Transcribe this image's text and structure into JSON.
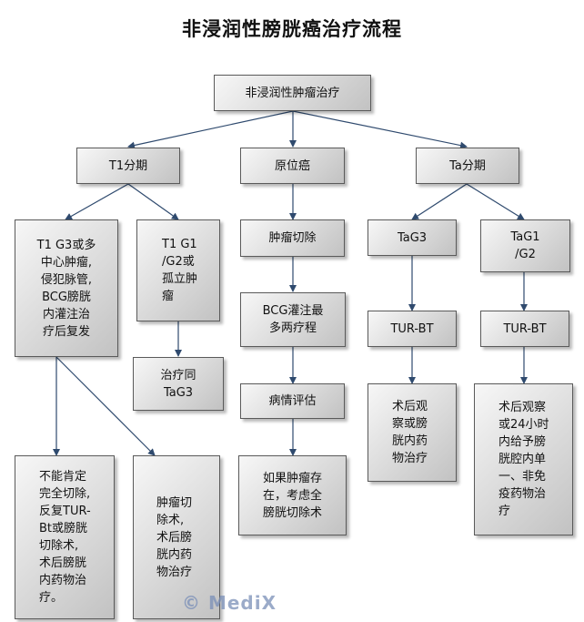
{
  "title": "非浸润性膀胱癌治疗流程",
  "nodes": {
    "root": "非浸润性肿瘤治疗",
    "t1": "T1分期",
    "cis": "原位癌",
    "ta": "Ta分期",
    "t1_g3": "T1 G3或多\n中心肿瘤,\n侵犯脉管,\nBCG膀胱\n内灌注治\n疗后复发",
    "t1_g1": "T1 G1\n/G2或\n孤立肿\n瘤",
    "treat_as_tag3": "治疗同\nTaG3",
    "not_complete": "不能肯定\n完全切除,\n反复TUR-\nBt或膀胱\n切除术,\n术后膀胱\n内药物治\n疗。",
    "resection": "肿瘤切\n除术,\n术后膀\n胱内药\n物治疗",
    "cis_resect": "肿瘤切除",
    "bcg": "BCG灌注最\n多两疗程",
    "evaluate": "病情评估",
    "if_present": "如果肿瘤存\n在，考虑全\n膀胱切除术",
    "tag3": "TaG3",
    "tag3_turbt": "TUR-BT",
    "tag3_post": "术后观\n察或膀\n胱内药\n物治疗",
    "tag1": "TaG1\n/G2",
    "tag1_turbt": "TUR-BT",
    "tag1_post": "术后观察\n或24小时\n内给予膀\n胱腔内单\n一、非免\n疫药物治\n疗"
  },
  "watermark": "© MediX"
}
